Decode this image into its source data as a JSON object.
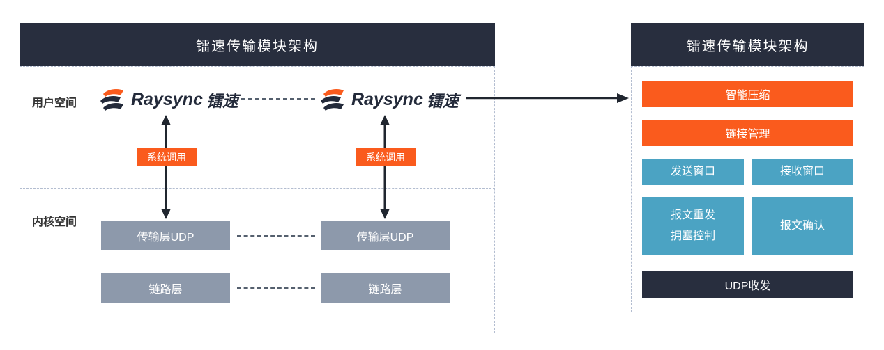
{
  "left_panel": {
    "title": "镭速传输模块架构",
    "user_space_label": "用户空间",
    "kernel_space_label": "内核空间",
    "logo": {
      "brand": "Raysync",
      "brand_cn": "镭速"
    },
    "syscall_label": "系统调用",
    "transport_box": "传输层UDP",
    "link_box": "链路层"
  },
  "right_panel": {
    "title": "镭速传输模块架构",
    "boxes": {
      "compress": "智能压缩",
      "link_manage": "链接管理",
      "send_window": "发送窗口",
      "recv_window": "接收窗口",
      "retransmit": "报文重发",
      "congestion": "拥塞控制",
      "ack": "报文确认",
      "udp": "UDP收发"
    }
  },
  "colors": {
    "header_bg": "#282e3e",
    "accent_orange": "#fa5b1d",
    "teal": "#4ba3c3",
    "gray_box": "#8d99ab",
    "dashed_border": "#b3bdd0",
    "arrow": "#20262f"
  }
}
